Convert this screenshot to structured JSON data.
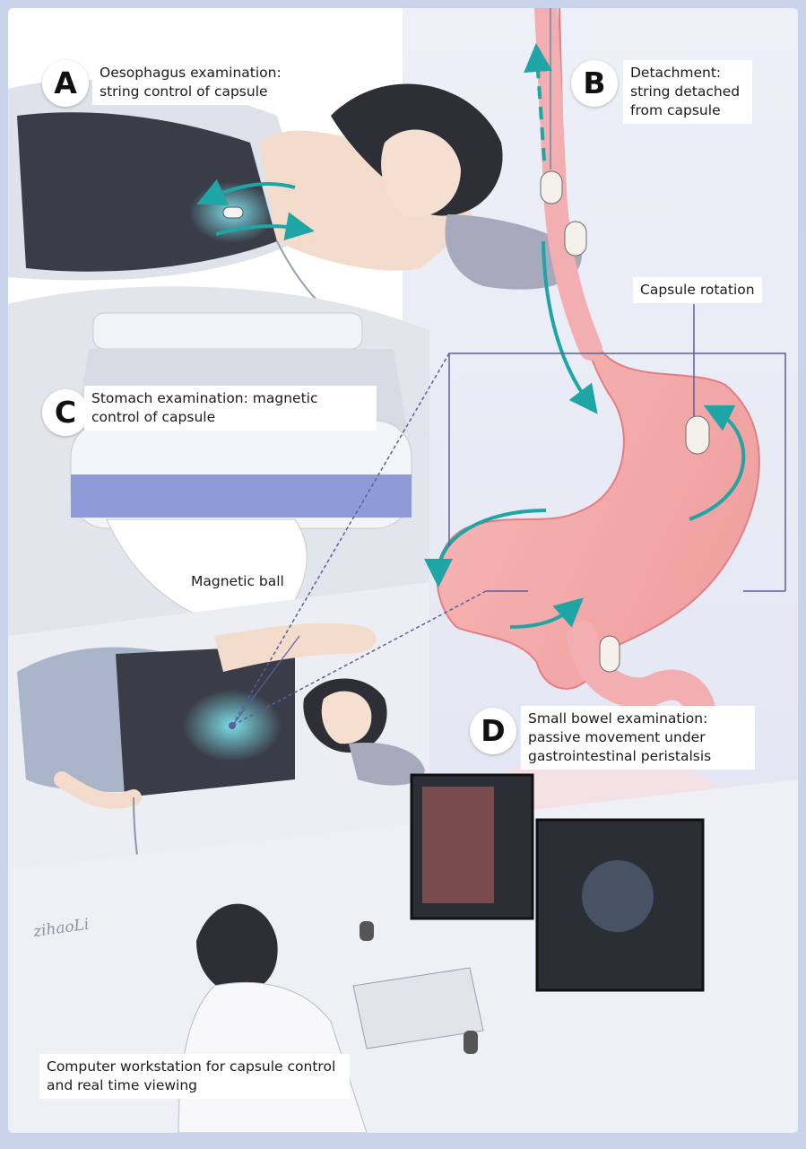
{
  "panels": [
    {
      "letter": "A",
      "text": "Oesophagus examination: string control of capsule"
    },
    {
      "letter": "B",
      "text": "Detachment: string detached from capsule"
    },
    {
      "letter": "C",
      "text": "Stomach examination: magnetic control of capsule"
    },
    {
      "letter": "D",
      "text": "Small bowel examination: passive movement under gastrointestinal peristalsis"
    }
  ],
  "labels": {
    "capsule_rotation": "Capsule rotation",
    "magnetic_ball": "Magnetic ball",
    "workstation": "Computer workstation for capsule control and real time viewing"
  },
  "signature": "zihaoLi",
  "colors": {
    "frame": "#c9d3ea",
    "arrow": "#1ea5a5",
    "stomach": "#f5a7a7",
    "vest": "#3a3d48",
    "machine_band": "#8e9bd6",
    "connector": "#5a5fa0"
  }
}
